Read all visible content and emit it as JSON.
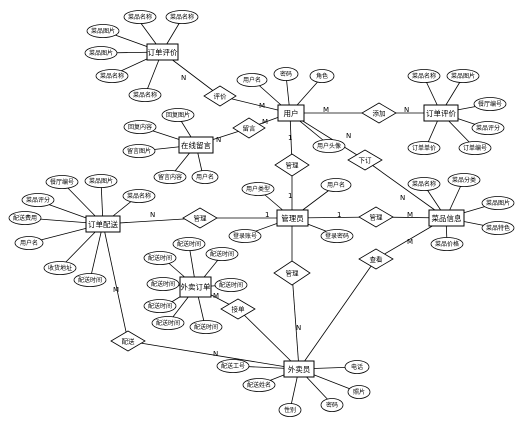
{
  "entities": {
    "order_review": "订单评价",
    "user": "用户",
    "order_eval": "订单评价",
    "message": "在线留言",
    "delivery": "订单配送",
    "admin": "管理员",
    "dish": "菜品信息",
    "takeout": "外卖订单",
    "rider": "外卖员"
  },
  "attributes": {
    "or_a1": "菜品名称",
    "or_a2": "菜品名称",
    "or_a3": "菜品图片",
    "or_a4": "菜品图片",
    "or_a5": "菜品名称",
    "or_a6": "菜品名称",
    "u_a1": "用户名",
    "u_a2": "密码",
    "u_a3": "角色",
    "u_a4": "用户头像",
    "oe_a1": "菜品名称",
    "oe_a2": "菜品图片",
    "oe_a3": "餐厅编号",
    "oe_a4": "菜品评分",
    "oe_a5": "订单单价",
    "oe_a6": "订单编号",
    "m_a1": "回复图片",
    "m_a2": "回复内容",
    "m_a3": "留言图片",
    "m_a4": "留言内容",
    "m_a5": "用户名",
    "d_a1": "餐厅编号",
    "d_a2": "菜品图片",
    "d_a3": "菜品评分",
    "d_a4": "菜品名称",
    "d_a5": "配送费用",
    "d_a6": "用户名",
    "d_a7": "收货地址",
    "d_a8": "配送时间",
    "ad_a1": "用户类型",
    "ad_a2": "用户名",
    "ad_a3": "登录账号",
    "ad_a4": "登录密码",
    "di_a1": "菜品名称",
    "di_a2": "菜品分类",
    "di_a3": "菜品图片",
    "di_a4": "菜品特色",
    "di_a5": "菜品价格",
    "t_a1": "配送时间",
    "t_a2": "配送时间",
    "t_a3": "配送时间",
    "t_a4": "配送时间",
    "t_a5": "配送时间",
    "t_a6": "配送时间",
    "t_a7": "配送时间",
    "t_a8": "配送时间",
    "r_a1": "配送工号",
    "r_a2": "配送姓名",
    "r_a3": "性别",
    "r_a4": "密码",
    "r_a5": "照片",
    "r_a6": "电话"
  },
  "relations": {
    "r_review": "评价",
    "r_message": "留言",
    "r_add": "添加",
    "r_order": "下订",
    "r_mgr_user": "管理",
    "r_mgr_deliv": "管理",
    "r_mgr_dish": "管理",
    "r_mgr_rider": "管理",
    "r_check": "查看",
    "r_take": "接单",
    "r_deliver": "配送"
  },
  "cardinalities": {
    "c1": "N",
    "c2": "M",
    "c3": "M",
    "c4": "N",
    "c5": "M",
    "c6": "N",
    "c7": "1",
    "c8": "1",
    "c9": "N",
    "c10": "1",
    "c11": "1",
    "c12": "M",
    "c13": "N",
    "c14": "N",
    "c15": "M",
    "c16": "M",
    "c17": "N",
    "c18": "M",
    "c19": "N"
  }
}
